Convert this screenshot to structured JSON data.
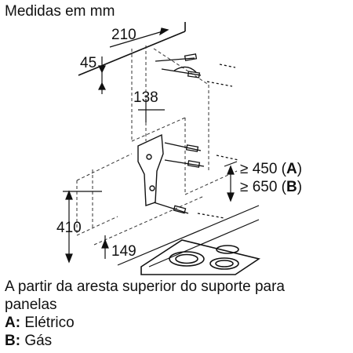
{
  "title": "Medidas em mm",
  "dimensions": {
    "d210": "210",
    "d45": "45",
    "d138": "138",
    "d410": "410",
    "d149": "149",
    "min_electric": {
      "prefix": "≥ 450 (",
      "key": "A",
      "suffix": ")"
    },
    "min_gas": {
      "prefix": "≥ 650 (",
      "key": "B",
      "suffix": ")"
    }
  },
  "caption": {
    "line1": "A partir da aresta superior do suporte para",
    "line2": "panelas",
    "a_key": "A:",
    "a_text": " Elétrico",
    "b_key": "B:",
    "b_text": " Gás"
  },
  "colors": {
    "ink": "#111111",
    "dashed": "#333333"
  }
}
